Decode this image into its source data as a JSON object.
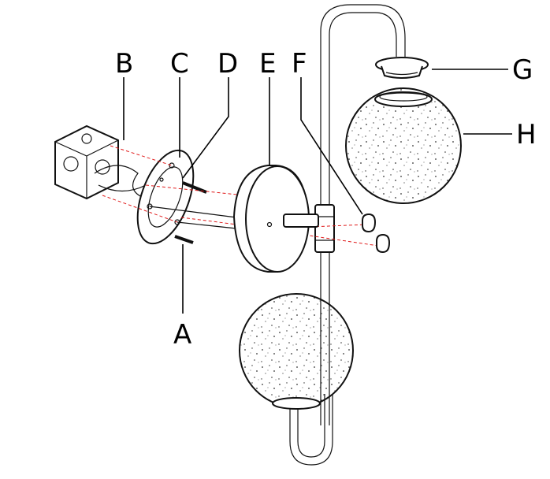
{
  "diagram": {
    "labels": {
      "a": "A",
      "b": "B",
      "c": "C",
      "d": "D",
      "e": "E",
      "f": "F",
      "g": "G",
      "h": "H"
    }
  }
}
